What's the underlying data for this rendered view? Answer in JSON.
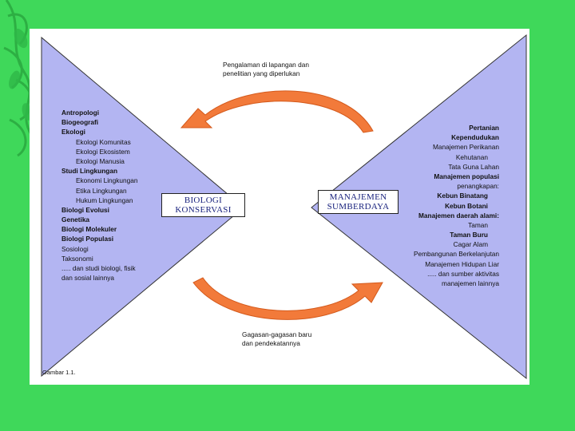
{
  "diagram": {
    "top_note": [
      "Pengalaman di lapangan dan",
      "penelitian yang diperlukan"
    ],
    "bottom_note": [
      "Gagasan-gagasan baru",
      "dan pendekatannya"
    ],
    "left_box": [
      "BIOLOGI",
      "KONSERVASI"
    ],
    "right_box": [
      "MANAJEMEN",
      "SUMBERDAYA"
    ],
    "left_items": [
      "Antropologi",
      "Biogeografi",
      "Ekologi",
      "Ekologi Komunitas",
      "Ekologi Ekosistem",
      "Ekologi Manusia",
      "Studi Lingkungan",
      "Ekonomi Lingkungan",
      "Etika Lingkungan",
      "Hukum Lingkungan",
      "Biologi Evolusi",
      "Genetika",
      "Biologi Molekuler",
      "Biologi Populasi",
      "Sosiologi",
      "Taksonomi",
      "..... dan studi biologi, fisik",
      "dan sosial lainnya"
    ],
    "right_items": [
      "Pertanian",
      "Kependudukan",
      "Manajemen Perikanan",
      "Kehutanan",
      "Tata Guna Lahan",
      "Manajemen populasi",
      "penangkapan:",
      "Kebun Binatang",
      "Kebun Botani",
      "Manajemen daerah alami:",
      "Taman",
      "Taman Buru",
      "Cagar Alam",
      "Pembangunan Berkelanjutan",
      "Manajemen Hidupan Liar",
      "..... dan sumber aktivitas",
      "manajemen lainnya"
    ],
    "caption": "Gambar 1.1.",
    "colors": {
      "background": "#3fd85a",
      "triangle_fill": "#b3b5f2",
      "arrow": "#f27a3a",
      "box_text": "#1a237e"
    }
  }
}
